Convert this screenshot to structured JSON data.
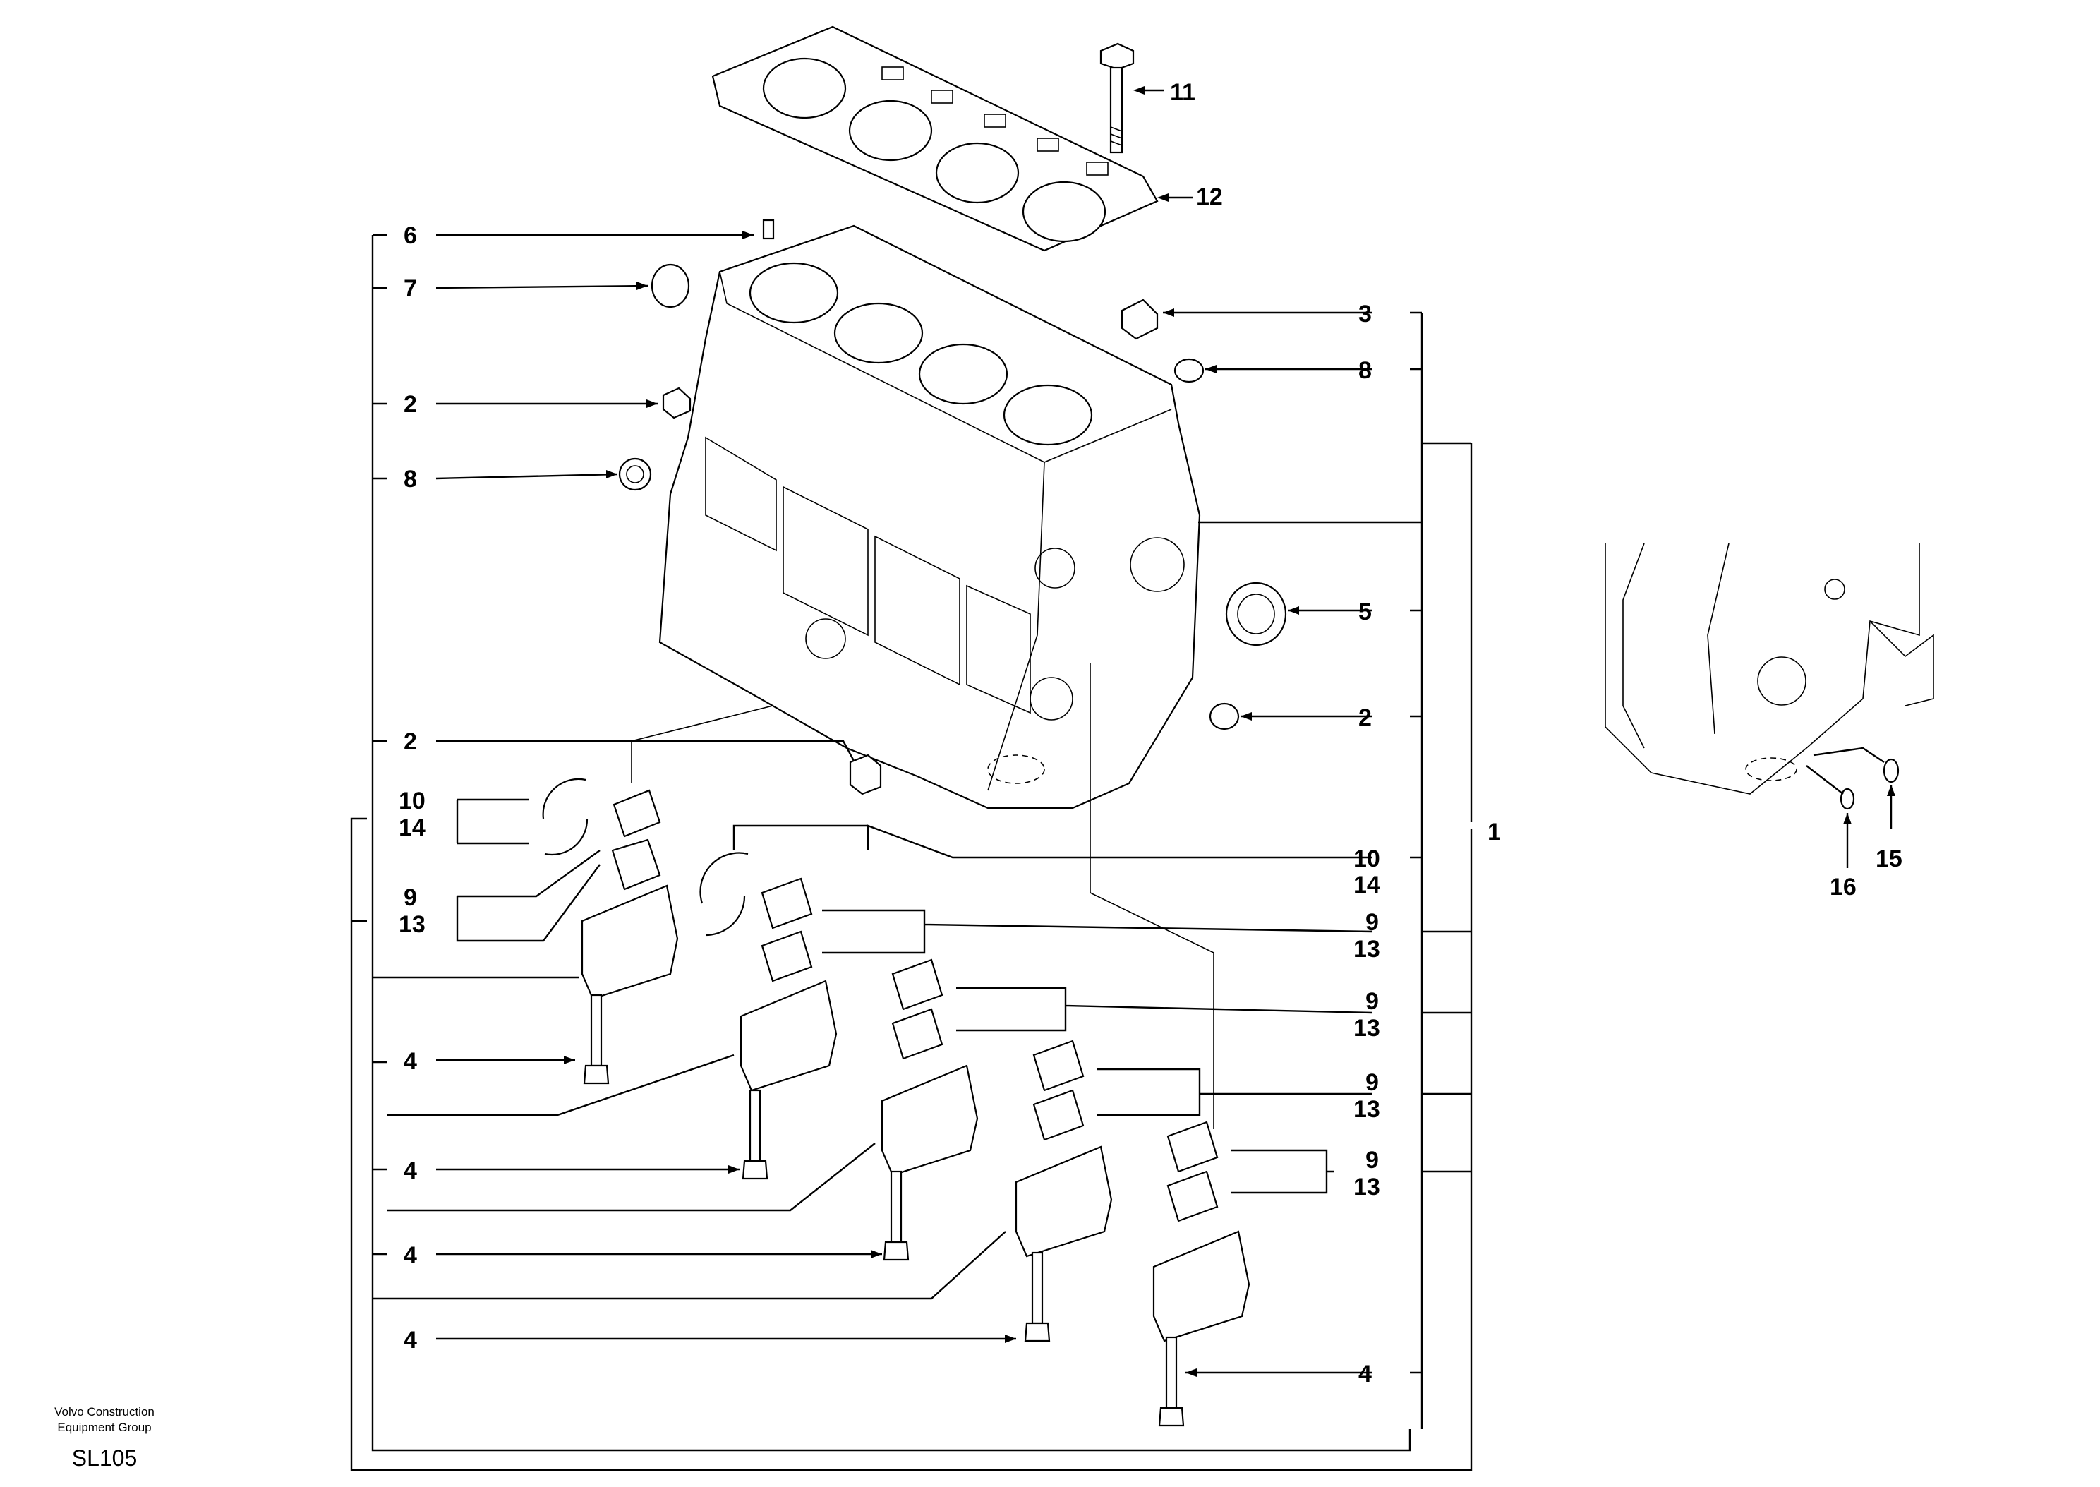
{
  "callouts": {
    "c11": "11",
    "c12": "12",
    "c6": "6",
    "c7": "7",
    "c3": "3",
    "c8r": "8",
    "c2a": "2",
    "c8l": "8",
    "c5": "5",
    "c2r": "2",
    "c2b": "2",
    "c10l": "10",
    "c14l": "14",
    "c9l": "9",
    "c13l": "13",
    "c10r": "10",
    "c14r": "14",
    "c1": "1",
    "c9a": "9",
    "c13a": "13",
    "c9b": "9",
    "c13b": "13",
    "c9c": "9",
    "c13c": "13",
    "c9d": "9",
    "c13d": "13",
    "c4a": "4",
    "c4b": "4",
    "c4c": "4",
    "c4d": "4",
    "c4e": "4",
    "c16": "16",
    "c15": "15"
  },
  "footer": {
    "org_line1": "Volvo Construction",
    "org_line2": "Equipment Group",
    "code": "SL105"
  }
}
